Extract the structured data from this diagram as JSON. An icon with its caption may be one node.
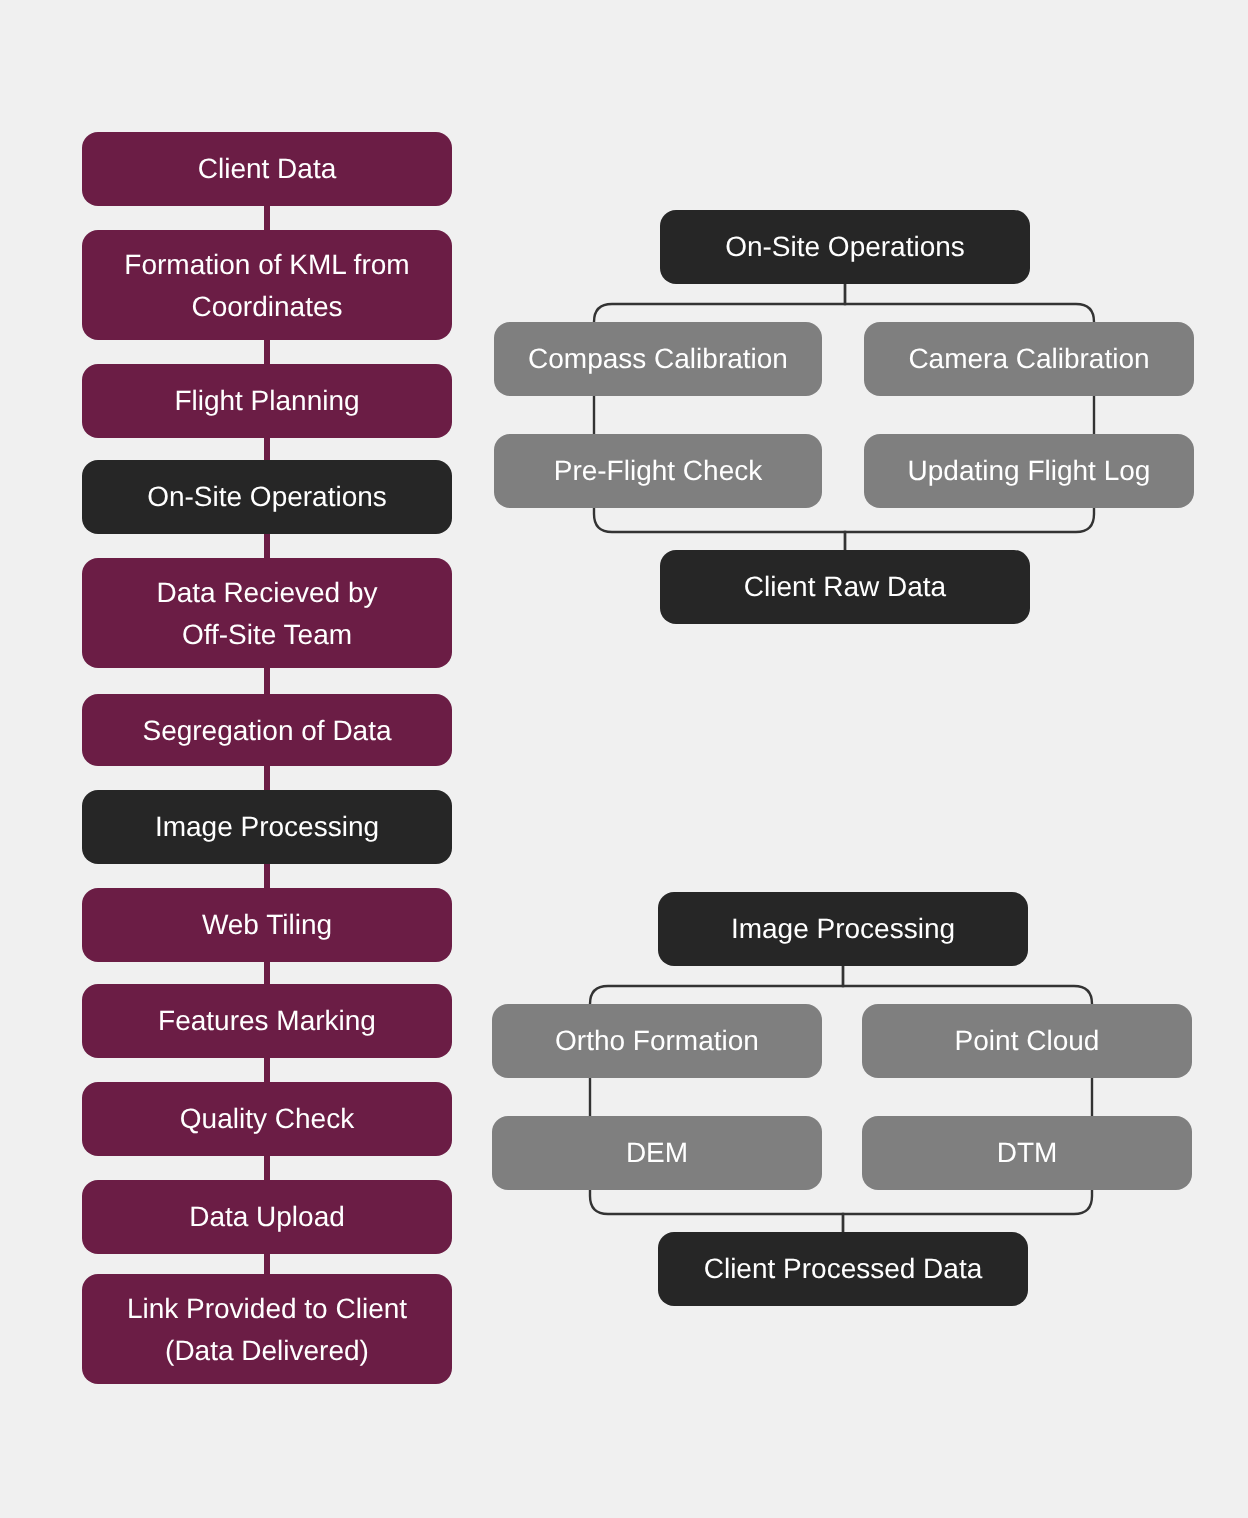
{
  "diagram": {
    "nodes": [
      {
        "text": [
          "Client Data"
        ]
      },
      {
        "text": [
          "Formation of KML from Coordinates"
        ]
      },
      {
        "text": [
          "Flight Planning"
        ]
      },
      {
        "text": [
          "On-Site Operations"
        ]
      },
      {
        "text": [
          "Data Recieved by Off-Site Team"
        ]
      },
      {
        "text": [
          "Segregation of Data"
        ]
      },
      {
        "text": [
          "Image Processing"
        ]
      },
      {
        "text": [
          "Web Tiling"
        ]
      },
      {
        "text": [
          "Features Marking"
        ]
      },
      {
        "text": [
          "Quality Check"
        ]
      },
      {
        "text": [
          "Data Upload"
        ]
      },
      {
        "text": [
          "Link Provided to Client (Data Delivered)"
        ]
      },
      {
        "text": [
          "On-Site Operations"
        ]
      },
      {
        "text": [
          "Compass Calibration"
        ]
      },
      {
        "text": [
          "Camera Calibration"
        ]
      },
      {
        "text": [
          "Pre-Flight Check"
        ]
      },
      {
        "text": [
          "Updating Flight Log"
        ]
      },
      {
        "text": [
          "Client Raw Data"
        ]
      },
      {
        "text": [
          "Image Processing"
        ]
      },
      {
        "text": [
          "Ortho Formation"
        ]
      },
      {
        "text": [
          "Point Cloud"
        ]
      },
      {
        "text": [
          "DEM"
        ]
      },
      {
        "text": [
          "DTM"
        ]
      },
      {
        "text": [
          "Client Processed Data"
        ]
      }
    ],
    "edges": [
      {
        "from": 0,
        "to": 1,
        "arrow": "none",
        "style": "thick",
        "color": "#6b1d45"
      },
      {
        "from": 1,
        "to": 2,
        "arrow": "none",
        "style": "thick",
        "color": "#6b1d45"
      },
      {
        "from": 2,
        "to": 3,
        "arrow": "none",
        "style": "thick",
        "color": "#6b1d45"
      },
      {
        "from": 3,
        "to": 4,
        "arrow": "none",
        "style": "thick",
        "color": "#6b1d45"
      },
      {
        "from": 4,
        "to": 5,
        "arrow": "none",
        "style": "thick",
        "color": "#6b1d45"
      },
      {
        "from": 5,
        "to": 6,
        "arrow": "none",
        "style": "thick",
        "color": "#6b1d45"
      },
      {
        "from": 6,
        "to": 7,
        "arrow": "none",
        "style": "thick",
        "color": "#6b1d45"
      },
      {
        "from": 7,
        "to": 8,
        "arrow": "none",
        "style": "thick",
        "color": "#6b1d45"
      },
      {
        "from": 8,
        "to": 9,
        "arrow": "none",
        "style": "thick",
        "color": "#6b1d45"
      },
      {
        "from": 9,
        "to": 10,
        "arrow": "none",
        "style": "thick",
        "color": "#6b1d45"
      },
      {
        "from": 10,
        "to": 11,
        "arrow": "none",
        "style": "thick",
        "color": "#6b1d45"
      },
      {
        "from": 12,
        "to": 13,
        "arrow": "none"
      },
      {
        "from": 12,
        "to": 14,
        "arrow": "none"
      },
      {
        "from": 13,
        "to": 15,
        "arrow": "none"
      },
      {
        "from": 14,
        "to": 16,
        "arrow": "none"
      },
      {
        "from": 15,
        "to": 17,
        "arrow": "none"
      },
      {
        "from": 16,
        "to": 17,
        "arrow": "none"
      },
      {
        "from": 18,
        "to": 19,
        "arrow": "none"
      },
      {
        "from": 18,
        "to": 20,
        "arrow": "none"
      },
      {
        "from": 19,
        "to": 21,
        "arrow": "none"
      },
      {
        "from": 20,
        "to": 22,
        "arrow": "none"
      },
      {
        "from": 21,
        "to": 23,
        "arrow": "none"
      },
      {
        "from": 22,
        "to": 23,
        "arrow": "none"
      }
    ]
  }
}
